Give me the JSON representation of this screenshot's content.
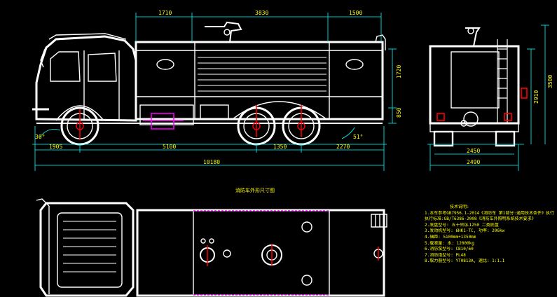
{
  "colors": {
    "background": "#000000",
    "lines": "#ffffff",
    "dimensions": "#00ffff",
    "dimension_text": "#ffff00",
    "highlight": "#ff00ff",
    "warning": "#ff0000"
  },
  "side_view": {
    "top_dims": [
      "1710",
      "3830",
      "1500"
    ],
    "right_dims": [
      "1720",
      "850"
    ],
    "bottom_dims": [
      "1905",
      "5100",
      "1350",
      "2270"
    ],
    "total_length": "10180",
    "angle_front": "30°",
    "angle_rear": "51°"
  },
  "rear_view": {
    "height_inner": "2910",
    "height_total": "3500",
    "track_width": "2450",
    "overall_width": "2490"
  },
  "plan_title": "消防车外形尺寸图",
  "notes_heading": "技术说明:",
  "notes": [
    "1.本车参考GB7956.1-2014《消防车 第1部分:通用技术条件》执行",
    "执行标准:GB/T6386-2008《消防车外照明系统技术要求》",
    "2.底盘型号: 五十铃QL1250 二类底盘",
    "3.发动机型号: 6HK1-TC, 功率: 206kw",
    "4.轴距: 5100mm+1350mm",
    "5.载液量: 水: 12000kg",
    "6.消防泵型号: CB10/60",
    "7.消防炮型号: PL48",
    "8.取力器型号: YT0813A, 速比: 1:1.1"
  ]
}
